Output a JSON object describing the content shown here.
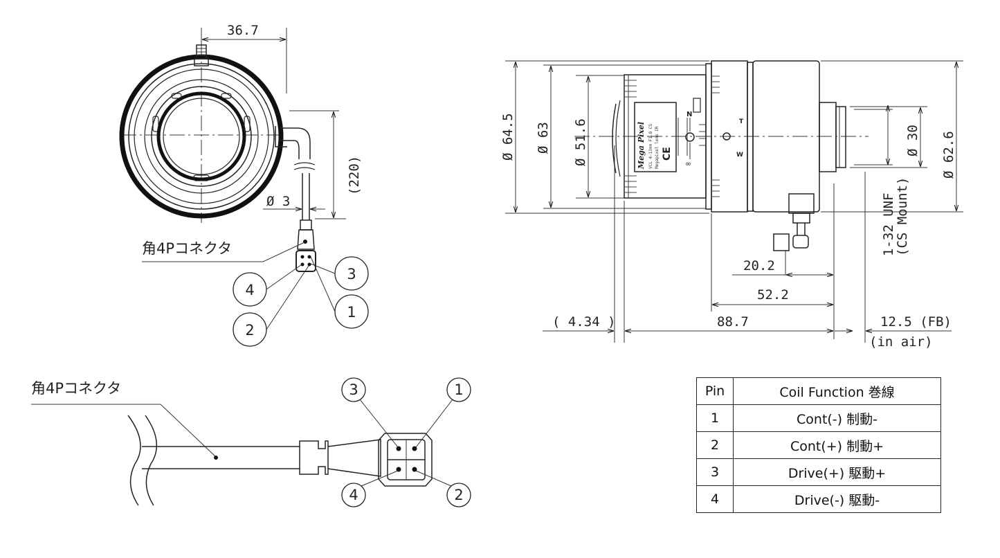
{
  "dimensions": {
    "width_to_cable": "36.7",
    "cable_length": "(220)",
    "cable_diameter": "Ø 3",
    "outer_diameter": "Ø 64.5",
    "body_diameter": "Ø 63",
    "front_diameter": "Ø 51.6",
    "mount_diameter": "Ø 30",
    "rear_diameter": "Ø 62.6",
    "mount_thread": "1-32 UNF",
    "mount_type": "(CS Mount)",
    "cable_exit_pos": "20.2",
    "connector_pos": "52.2",
    "overall_length": "88.7",
    "front_protrusion": "( 4.34 )",
    "flange_back": "12.5 (FB)",
    "flange_back_note": "(in air)"
  },
  "connector_label_top": "角4Pコネクタ",
  "connector_label_bottom": "角4Pコネクタ",
  "lens_markings": {
    "brand": "Mega Pixel",
    "tele": "T",
    "wide": "W",
    "near": "N",
    "far": "∞"
  },
  "pin_callouts": [
    "1",
    "2",
    "3",
    "4"
  ],
  "pin_table": {
    "headers": [
      "Pin",
      "Coil Function 巻線"
    ],
    "rows": [
      {
        "pin": "1",
        "function": "Cont(-) 制動-"
      },
      {
        "pin": "2",
        "function": "Cont(+) 制動+"
      },
      {
        "pin": "3",
        "function": "Drive(+) 駆動+"
      },
      {
        "pin": "4",
        "function": "Drive(-) 駆動-"
      }
    ]
  }
}
